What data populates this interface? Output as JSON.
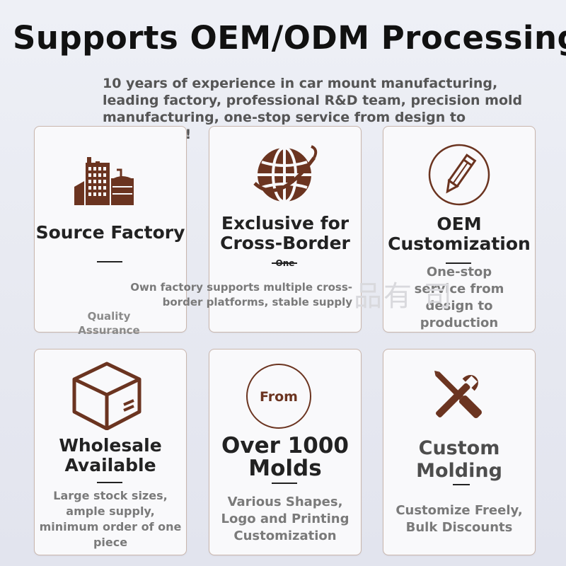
{
  "title": "Supports OEM/ODM Processing",
  "intro": "10 years of experience in car mount manufacturing, leading factory, professional R&D team, precision mold manufacturing, one-stop service from design to production!",
  "watermark": "品有 司",
  "colors": {
    "icon_brown": "#6b3420",
    "card_border": "#c9b6ad",
    "text_gray": "#7a7a7a"
  },
  "cards": [
    {
      "icon": "factory-icon",
      "title": "Source Factory",
      "desc": "Own factory supports multiple cross-border platforms, stable supply",
      "sub": "Quality Assurance"
    },
    {
      "icon": "globe-icon",
      "title": "Exclusive for Cross-Border",
      "small": "One"
    },
    {
      "icon": "pencil-icon",
      "title": "OEM Customization",
      "desc": "One-stop service from design to production"
    },
    {
      "icon": "box-icon",
      "title": "Wholesale Available",
      "desc": "Large stock sizes, ample supply, minimum order of one piece"
    },
    {
      "icon": "circle-badge-icon",
      "badge": "From",
      "title": "Over 1000 Molds",
      "desc": "Various Shapes, Logo and Printing Customization"
    },
    {
      "icon": "tools-icon",
      "title": "Custom Molding",
      "desc": "Customize Freely, Bulk Discounts"
    }
  ]
}
